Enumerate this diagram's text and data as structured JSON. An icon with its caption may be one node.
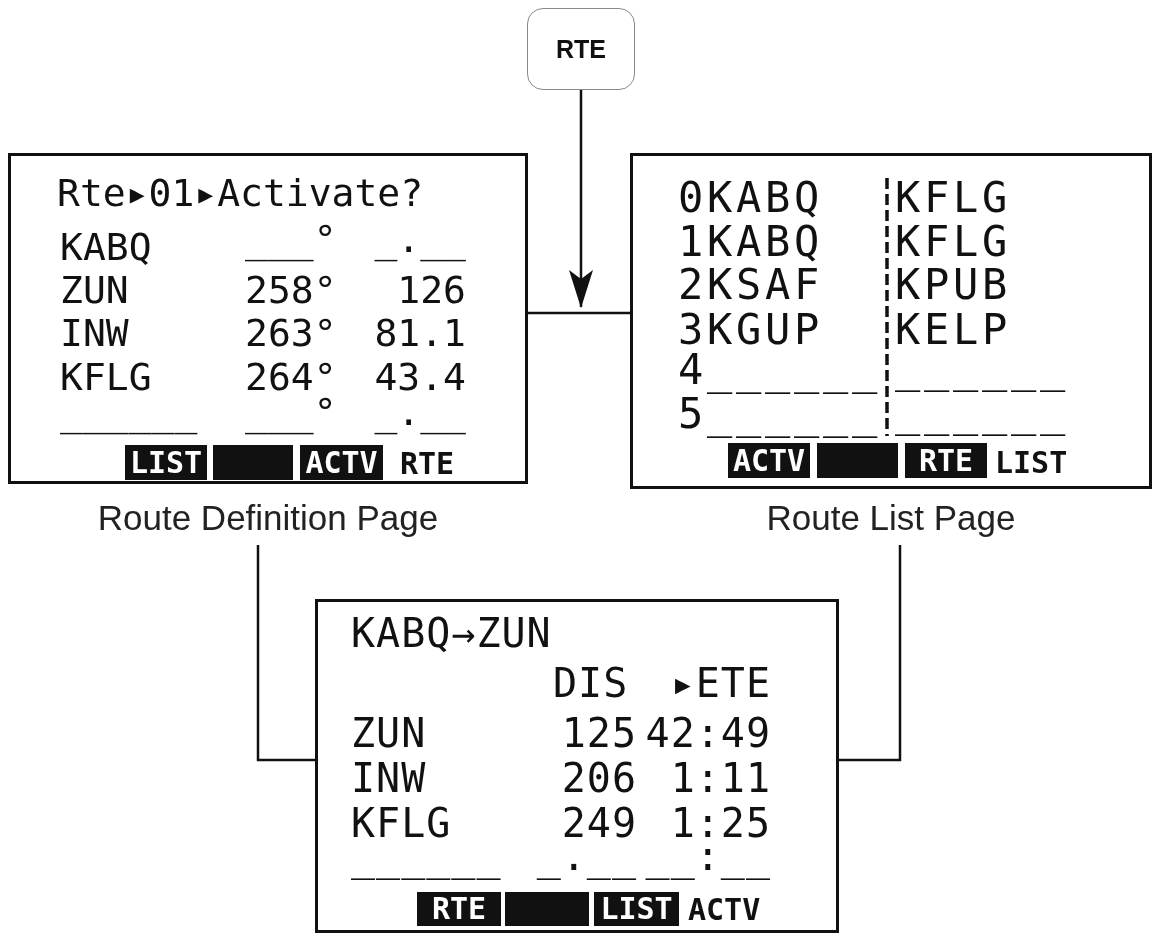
{
  "diagram": {
    "nodes": [
      {
        "text": [
          "RTE"
        ]
      },
      {
        "text": [
          "Rte▸01▸Activate?",
          "KABQ",
          "___°",
          "_.__",
          "ZUN",
          "258°",
          "126",
          "INW",
          "263°",
          "81.1",
          "KFLG",
          "264°",
          "43.4",
          "______",
          "___°",
          "_.__",
          "RTE"
        ],
        "beside": [
          "Route Definition Page"
        ]
      },
      {
        "text": [
          "LIST"
        ],
        "in": 1
      },
      {
        "text": [],
        "shape": "box",
        "in": 1
      },
      {
        "text": [
          "ACTV"
        ],
        "in": 1
      },
      {
        "text": [
          "0KABQ",
          "KFLG",
          "1KABQ",
          "KFLG",
          "2KSAF",
          "KPUB",
          "3KGUP",
          "KELP",
          "4______",
          "______",
          "5______",
          "______",
          "LIST"
        ],
        "beside": [
          "Route List Page"
        ]
      },
      {
        "text": [
          "ACTV"
        ],
        "in": 5
      },
      {
        "text": [],
        "shape": "box",
        "in": 5
      },
      {
        "text": [
          "RTE"
        ],
        "in": 5
      },
      {
        "text": [
          "KABQ→ZUN",
          "DIS",
          "▸ETE",
          "ZUN",
          "125",
          "42:49",
          "INW",
          "206",
          "1:11",
          "KFLG",
          "249",
          "1:25",
          "______",
          "_.__",
          "__:__",
          "ACTV"
        ]
      },
      {
        "text": [
          "RTE"
        ],
        "in": 9
      },
      {
        "text": [],
        "shape": "box",
        "in": 9
      },
      {
        "text": [
          "LIST"
        ],
        "in": 9
      }
    ],
    "edges": [
      {
        "from": 0,
        "to": null,
        "arrow": "to"
      },
      {
        "from": 1,
        "to": 5,
        "arrow": "none"
      },
      {
        "from": 1,
        "to": 9,
        "arrow": "none"
      },
      {
        "from": 5,
        "to": 9,
        "arrow": "none"
      }
    ]
  }
}
